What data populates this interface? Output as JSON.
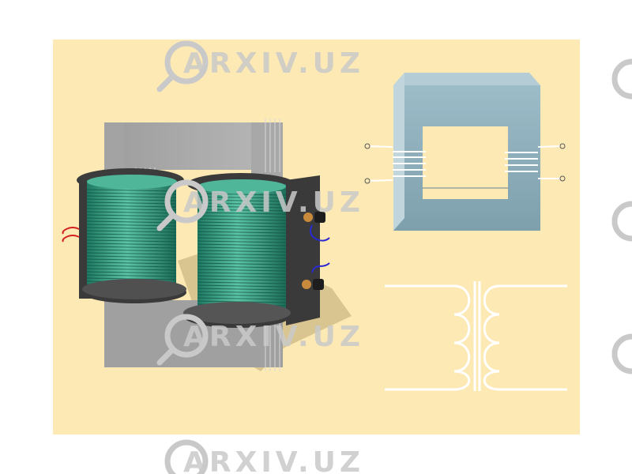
{
  "watermark": {
    "text": "ARXIV.UZ"
  },
  "colors": {
    "slide_background": "#fde9b4",
    "core_gray": "#a9a9a9",
    "core_blue": "#8fb0bd",
    "winding_green": "#3aa487",
    "bobbin_dark": "#3a3a3a",
    "lead_red": "#d42020",
    "lead_blue": "#2a2ad0",
    "terminal_brass": "#c98a3c"
  },
  "diagram": {
    "panels": [
      "transformer-3d-model",
      "core-winding-diagram",
      "transformer-schematic-symbol"
    ]
  }
}
